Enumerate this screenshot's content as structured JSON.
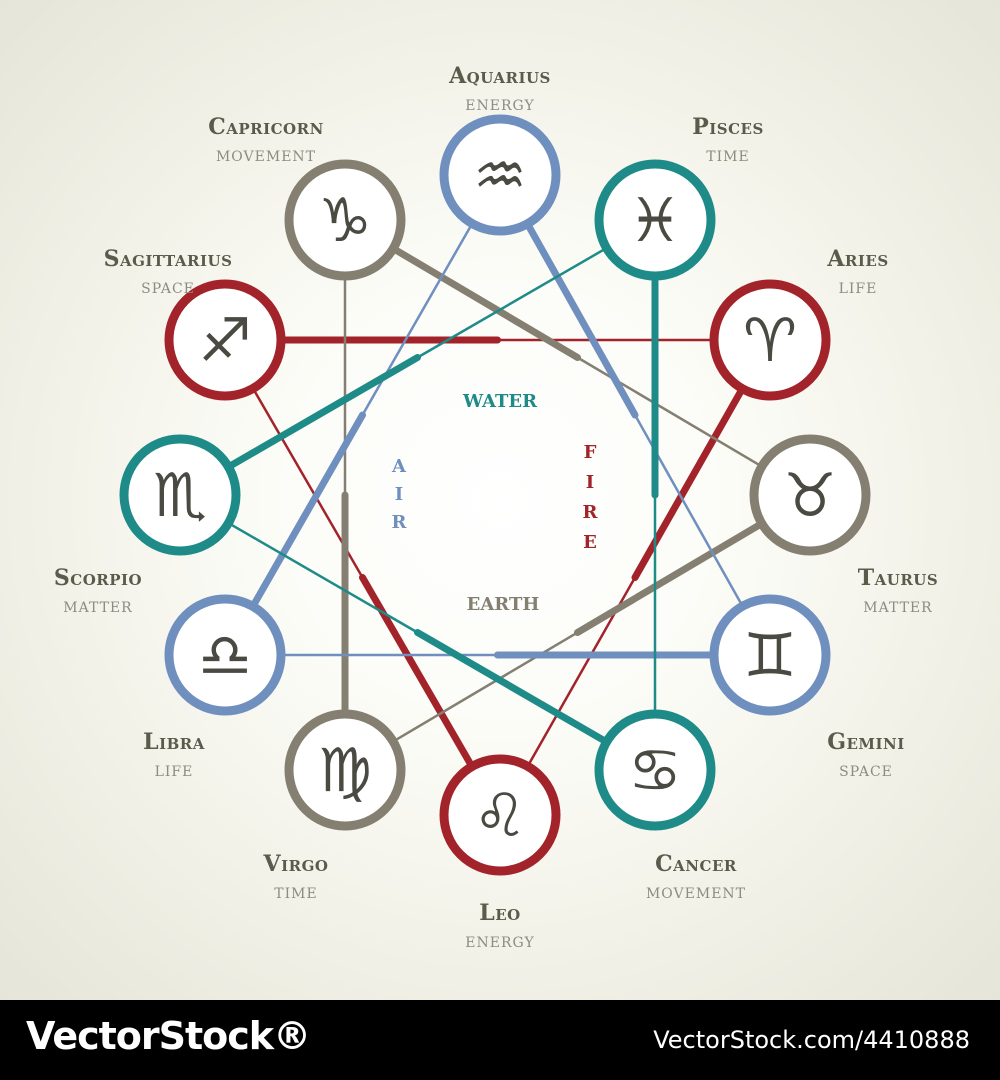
{
  "signs": [
    {
      "key": "aquarius",
      "name": "Aquarius",
      "quality": "ENERGY",
      "symbol": "♒",
      "ring": "blue"
    },
    {
      "key": "pisces",
      "name": "Pisces",
      "quality": "TIME",
      "symbol": "♓",
      "ring": "teal"
    },
    {
      "key": "aries",
      "name": "Aries",
      "quality": "LIFE",
      "symbol": "♈",
      "ring": "red"
    },
    {
      "key": "taurus",
      "name": "Taurus",
      "quality": "MATTER",
      "symbol": "♉",
      "ring": "gray"
    },
    {
      "key": "gemini",
      "name": "Gemini",
      "quality": "SPACE",
      "symbol": "♊",
      "ring": "blue"
    },
    {
      "key": "cancer",
      "name": "Cancer",
      "quality": "MOVEMENT",
      "symbol": "♋",
      "ring": "teal"
    },
    {
      "key": "leo",
      "name": "Leo",
      "quality": "ENERGY",
      "symbol": "♌",
      "ring": "red"
    },
    {
      "key": "virgo",
      "name": "Virgo",
      "quality": "TIME",
      "symbol": "♍",
      "ring": "gray"
    },
    {
      "key": "libra",
      "name": "Libra",
      "quality": "LIFE",
      "symbol": "♎",
      "ring": "blue"
    },
    {
      "key": "scorpio",
      "name": "Scorpio",
      "quality": "MATTER",
      "symbol": "♏",
      "ring": "teal"
    },
    {
      "key": "sagittarius",
      "name": "Sagittarius",
      "quality": "SPACE",
      "symbol": "♐",
      "ring": "red"
    },
    {
      "key": "capricorn",
      "name": "Capricorn",
      "quality": "MOVEMENT",
      "symbol": "♑",
      "ring": "gray"
    }
  ],
  "elements": {
    "water": "WATER",
    "fire": "FIRE",
    "air": "AIR",
    "earth": "EARTH"
  },
  "colors": {
    "blue": "#6f8fbf",
    "teal": "#1e8b88",
    "red": "#a3232b",
    "gray": "#857f72",
    "text": "#5b5b4c",
    "subtext": "#8c8c80"
  },
  "footer": {
    "brand": "VectorStock®",
    "image_id": "VectorStock.com/4410888"
  }
}
